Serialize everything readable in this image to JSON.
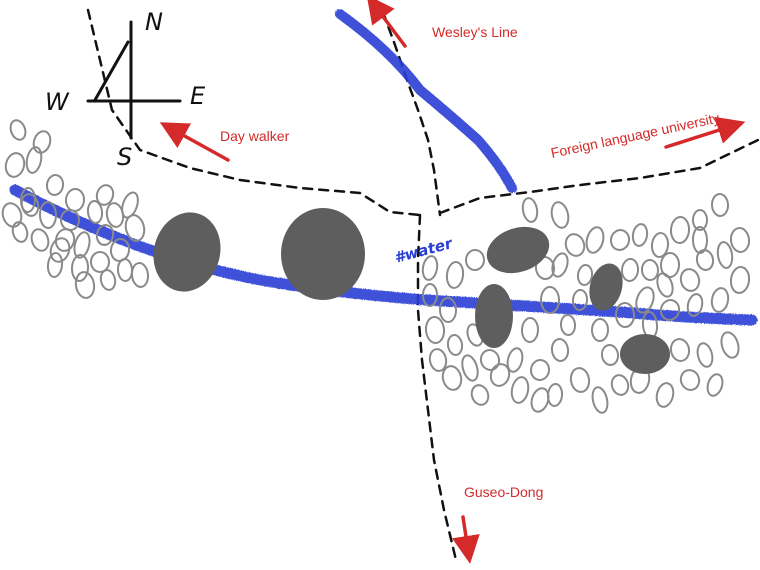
{
  "compass": {
    "north": "N",
    "south": "S",
    "east": "E",
    "west": "W"
  },
  "labels": {
    "day_walker": "Day walker",
    "wesleys_line": "Wesley's Line",
    "foreign_language_university": "Foreign language university",
    "guseo_dong": "Guseo-Dong",
    "water": "#water"
  },
  "colors": {
    "river": "#2a3fd4",
    "arrow": "#d42a2a",
    "label_text": "#d42a2a",
    "road": "#111111",
    "boulder": "#5e5e5e",
    "pebble_outline": "#8a8a8a"
  }
}
